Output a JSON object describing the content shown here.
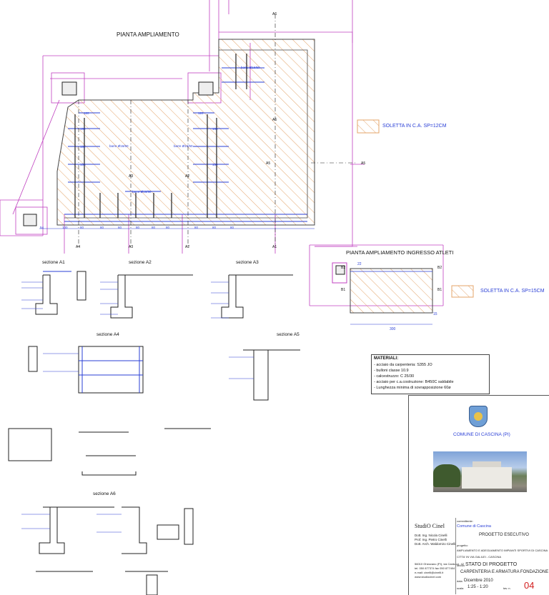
{
  "colors": {
    "magenta": "#c040c0",
    "blue": "#2a3fd6",
    "hatch": "#e8a060",
    "red": "#d32020",
    "dark": "#222222"
  },
  "plan": {
    "title": "PIANTA AMPLIAMENTO",
    "label_a6_top": "A6",
    "label_a6_mid": "A6",
    "label_a3": "A3",
    "label_a2": "A2",
    "label_a5": "A5",
    "label_a5_right": "A5",
    "bar_labels": [
      "barre Ø16/50",
      "barre Ø16/50",
      "barre Ø16/50",
      "barre Ø16/50"
    ],
    "axis_bottom": [
      "A4",
      "A3",
      "A2",
      "A1"
    ],
    "dims": [
      "120",
      "120",
      "150",
      "150",
      "150",
      "150",
      "150",
      "54",
      "100",
      "80",
      "80",
      "60",
      "80",
      "80",
      "80",
      "80",
      "80",
      "80"
    ]
  },
  "legend": {
    "soletta12": "SOLETTA IN C.A. SP=12CM",
    "soletta15": "SOLETTA IN C.A. SP=15CM"
  },
  "plan2": {
    "title": "PIANTA AMPLIAMENTO INGRESSO ATLETI",
    "labels": [
      "B2",
      "B1",
      "B2",
      "B1",
      "22",
      "15",
      "300"
    ]
  },
  "sections": {
    "a1": "sezione A1",
    "a2": "sezione A2",
    "a3": "sezione A3",
    "a4": "sezione A4",
    "a5": "sezione A5",
    "a6": "sezione A6"
  },
  "materials": {
    "title": "MATERIALI:",
    "items": [
      "- acciaio da carpenteria: S355 JO",
      "- bulloni classe 10.9",
      "- calcestruzzo: C 25/30",
      "- acciaio per c.a.costruzione: B450C saldabile",
      "- Lunghezza minima di sovrapposizione 60ø"
    ]
  },
  "titleblock": {
    "comune": "COMUNE DI CASCINA (PI)",
    "studio_logo": "StudiO Cinel",
    "studio_lines": [
      "Dott. Ing. Nicola Cinelli",
      "Prof. Ing. Pietro Cinelli",
      "Dott. Arch. Waldomiro Cinelli"
    ],
    "address": [
      "56010 Ghezzano (PI), via Carducci, 42",
      "tel. 050 877374  fax 050 877404",
      "e-mail: cinelli@cinelli.it",
      "www.studiocinel.com"
    ],
    "committente_label": "committente:",
    "committente": "Comune di Cascina",
    "progetto_esecutivo": "PROGETTO ESECUTIVO",
    "oggetto_label": "progetto:",
    "oggetto": "AMPLIAMENTO E ADEGUAMENTO IMPIANTI SPORTIVI DI CASCINA",
    "localita": "CITTA' IN VIA GALILEI - CASCINA",
    "fase_label": "tavola",
    "fase": "STATO DI PROGETTO",
    "titolo_tavola": "CARPENTERIA E ARMATURA FONDAZIONE",
    "data_label": "data",
    "data": "Dicembre 2010",
    "scala_label": "scala",
    "scala": "1:25 - 1:20",
    "tav_label": "tav. n.",
    "tav_num": "04"
  }
}
